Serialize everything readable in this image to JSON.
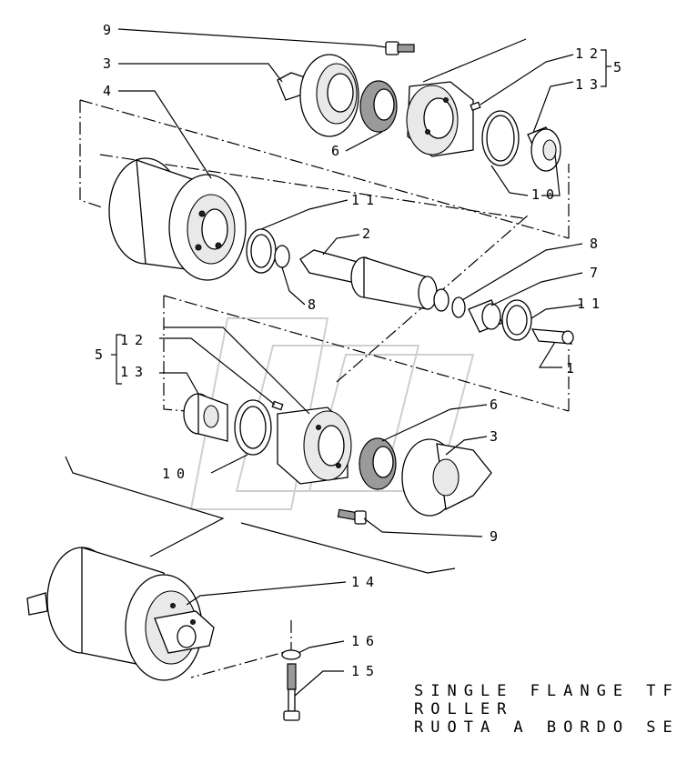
{
  "callouts": {
    "c9_top": "9",
    "c3_top": "3",
    "c4": "4",
    "c12_top": "12",
    "c5_top": "5",
    "c13_top": "13",
    "c6_top": "6",
    "c10_top": "10",
    "c11_top": "11",
    "c2": "2",
    "c8_right": "8",
    "c8_left": "8",
    "c7": "7",
    "c11_right": "11",
    "c1": "1",
    "c5_left": "5",
    "c12_left": "12",
    "c13_left": "13",
    "c6_bottom": "6",
    "c3_bottom": "3",
    "c10_bottom": "10",
    "c9_bottom": "9",
    "c14": "14",
    "c16": "16",
    "c15": "15"
  },
  "caption": {
    "line1": "SINGLE FLANGE TF",
    "line2": "ROLLER",
    "line3": "RUOTA A BORDO SE"
  }
}
